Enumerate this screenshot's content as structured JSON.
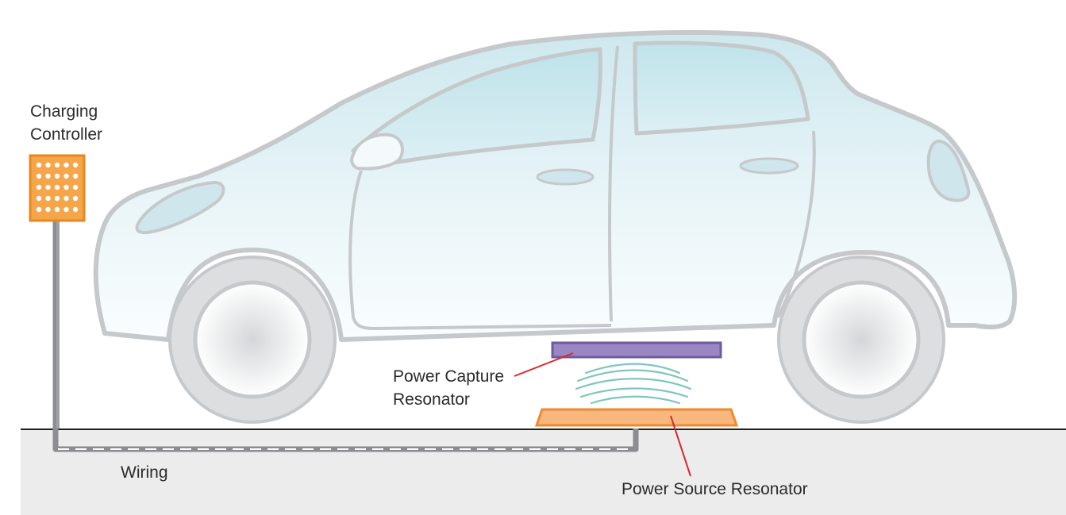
{
  "labels": {
    "charging_controller_line1": "Charging",
    "charging_controller_line2": "Controller",
    "power_capture_line1": "Power Capture",
    "power_capture_line2": "Resonator",
    "wiring": "Wiring",
    "power_source": "Power Source Resonator"
  },
  "colors": {
    "car_body_top": "#cfe9ef",
    "car_body_bottom": "#f7fcfd",
    "car_outline": "#c6c9cb",
    "tire": "#dcdedf",
    "controller": "#f5a54a",
    "controller_border": "#e8891f",
    "capture_resonator": "#9b86c4",
    "capture_border": "#6e5a9e",
    "source_resonator": "#f9b780",
    "source_border": "#ef8a2e",
    "waves": "#7fc6c0",
    "leader_lines": "#d8262c",
    "ground": "#ececed",
    "wiring": "#8b8d90"
  }
}
